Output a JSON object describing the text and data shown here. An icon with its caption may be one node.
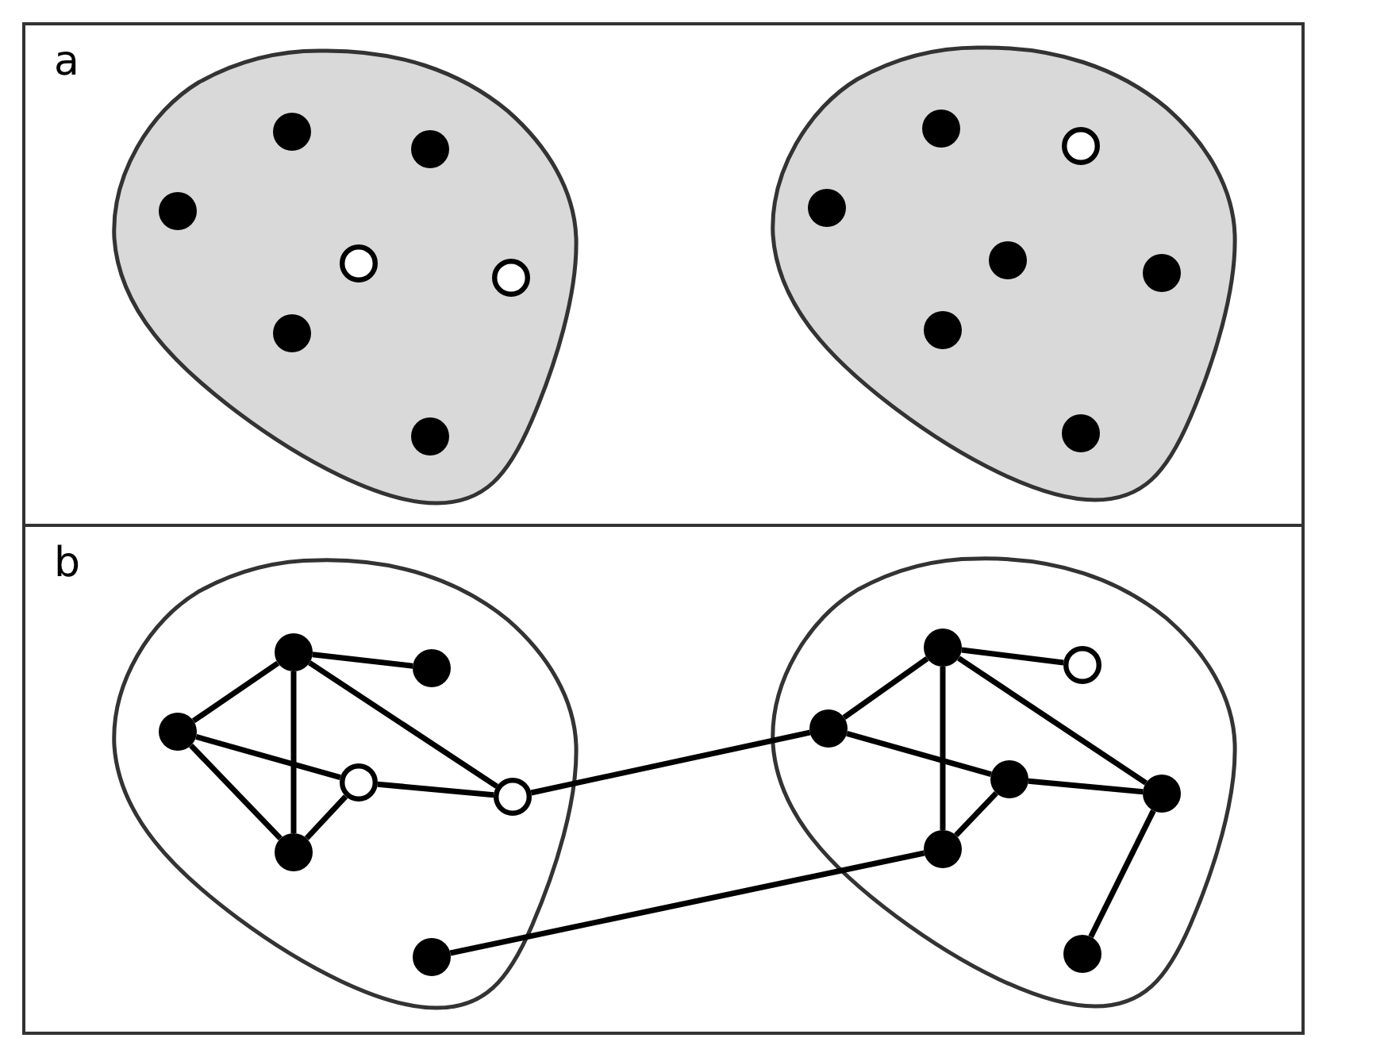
{
  "diagram": {
    "nodes": [
      {
        "text": [
          "a"
        ]
      },
      {
        "text": [],
        "shape": "blob",
        "in": 0
      },
      {
        "text": [],
        "shape": "dot",
        "in": 1
      },
      {
        "text": [],
        "shape": "dot",
        "in": 1
      },
      {
        "text": [],
        "shape": "dot",
        "in": 1
      },
      {
        "text": [],
        "shape": "circle",
        "in": 1
      },
      {
        "text": [],
        "shape": "circle",
        "in": 1
      },
      {
        "text": [],
        "shape": "dot",
        "in": 1
      },
      {
        "text": [],
        "shape": "dot",
        "in": 1
      },
      {
        "text": [],
        "shape": "blob",
        "in": 0
      },
      {
        "text": [],
        "shape": "dot",
        "in": 9
      },
      {
        "text": [],
        "shape": "circle",
        "in": 9
      },
      {
        "text": [],
        "shape": "dot",
        "in": 9
      },
      {
        "text": [],
        "shape": "dot",
        "in": 9
      },
      {
        "text": [],
        "shape": "dot",
        "in": 9
      },
      {
        "text": [],
        "shape": "dot",
        "in": 9
      },
      {
        "text": [],
        "shape": "dot",
        "in": 9
      },
      {
        "text": [
          "b"
        ]
      },
      {
        "text": [],
        "shape": "blob",
        "in": 17
      },
      {
        "text": [],
        "shape": "dot",
        "in": 18
      },
      {
        "text": [],
        "shape": "dot",
        "in": 18
      },
      {
        "text": [],
        "shape": "dot",
        "in": 18
      },
      {
        "text": [],
        "shape": "circle",
        "in": 18
      },
      {
        "text": [],
        "shape": "circle",
        "in": 18
      },
      {
        "text": [],
        "shape": "dot",
        "in": 18
      },
      {
        "text": [],
        "shape": "dot",
        "in": 18
      },
      {
        "text": [],
        "shape": "blob",
        "in": 17
      },
      {
        "text": [],
        "shape": "dot",
        "in": 26
      },
      {
        "text": [],
        "shape": "circle",
        "in": 26
      },
      {
        "text": [],
        "shape": "dot",
        "in": 26
      },
      {
        "text": [],
        "shape": "dot",
        "in": 26
      },
      {
        "text": [],
        "shape": "dot",
        "in": 26
      },
      {
        "text": [],
        "shape": "dot",
        "in": 26
      },
      {
        "text": [],
        "shape": "dot",
        "in": 26
      }
    ],
    "edges": [
      {
        "from": 19,
        "to": 20,
        "arrow": "none"
      },
      {
        "from": 19,
        "to": 21,
        "arrow": "none"
      },
      {
        "from": 19,
        "to": 24,
        "arrow": "none"
      },
      {
        "from": 19,
        "to": 23,
        "arrow": "none"
      },
      {
        "from": 21,
        "to": 22,
        "arrow": "none"
      },
      {
        "from": 21,
        "to": 24,
        "arrow": "none"
      },
      {
        "from": 22,
        "to": 24,
        "arrow": "none"
      },
      {
        "from": 22,
        "to": 23,
        "arrow": "none"
      },
      {
        "from": 23,
        "to": 29,
        "arrow": "none"
      },
      {
        "from": 25,
        "to": 32,
        "arrow": "none"
      },
      {
        "from": 27,
        "to": 28,
        "arrow": "none"
      },
      {
        "from": 27,
        "to": 29,
        "arrow": "none"
      },
      {
        "from": 27,
        "to": 32,
        "arrow": "none"
      },
      {
        "from": 27,
        "to": 31,
        "arrow": "none"
      },
      {
        "from": 29,
        "to": 30,
        "arrow": "none"
      },
      {
        "from": 30,
        "to": 32,
        "arrow": "none"
      },
      {
        "from": 30,
        "to": 31,
        "arrow": "none"
      },
      {
        "from": 31,
        "to": 33,
        "arrow": "none"
      }
    ]
  }
}
